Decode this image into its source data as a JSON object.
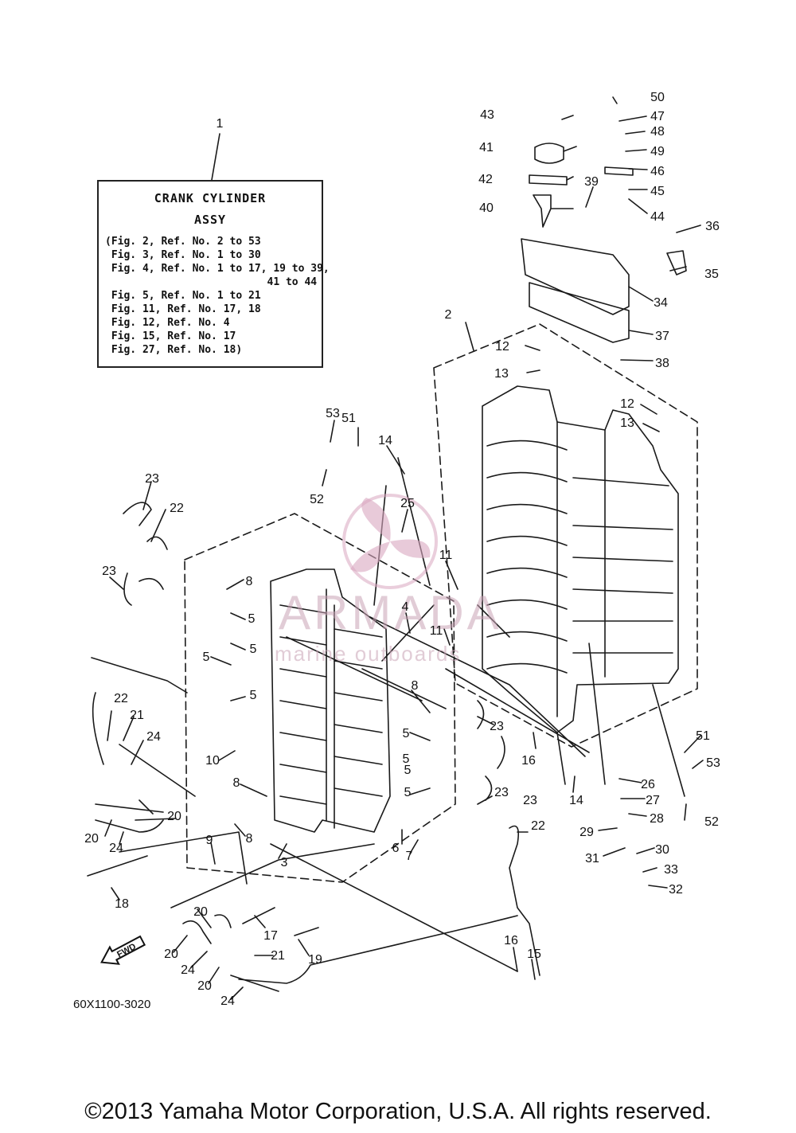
{
  "info_box": {
    "line1": "CRANK CYLINDER",
    "line2": "ASSY",
    "refs": [
      "(Fig. 2, Ref. No. 2 to 53",
      " Fig. 3, Ref. No. 1 to 30",
      " Fig. 4, Ref. No. 1 to 17, 19 to 39,",
      "                          41 to 44",
      " Fig. 5, Ref. No. 1 to 21",
      " Fig. 11, Ref. No. 17, 18",
      " Fig. 12, Ref. No. 4",
      " Fig. 15, Ref. No. 17",
      " Fig. 27, Ref. No. 18)"
    ]
  },
  "watermark": {
    "line1": "ARMADA",
    "line2": "marine outboards"
  },
  "fwd_label": "FWD",
  "drawing_number": "60X1100-3020",
  "copyright": "©2013 Yamaha Motor Corporation, U.S.A. All rights reserved.",
  "callouts": [
    "1",
    "2",
    "3",
    "4",
    "5",
    "5",
    "5",
    "5",
    "5",
    "5",
    "5",
    "5",
    "6",
    "7",
    "8",
    "8",
    "8",
    "8",
    "9",
    "10",
    "11",
    "11",
    "12",
    "12",
    "13",
    "13",
    "14",
    "14",
    "15",
    "16",
    "16",
    "17",
    "18",
    "19",
    "20",
    "20",
    "20",
    "20",
    "20",
    "21",
    "21",
    "22",
    "22",
    "22",
    "23",
    "23",
    "23",
    "23",
    "23",
    "24",
    "24",
    "24",
    "24",
    "25",
    "26",
    "27",
    "28",
    "29",
    "30",
    "31",
    "32",
    "33",
    "34",
    "35",
    "36",
    "37",
    "38",
    "39",
    "40",
    "41",
    "42",
    "43",
    "44",
    "45",
    "46",
    "47",
    "48",
    "49",
    "50",
    "51",
    "51",
    "52",
    "52",
    "53",
    "53"
  ],
  "colors": {
    "line": "#1a1a1a",
    "watermark": "#d9a6c0"
  }
}
